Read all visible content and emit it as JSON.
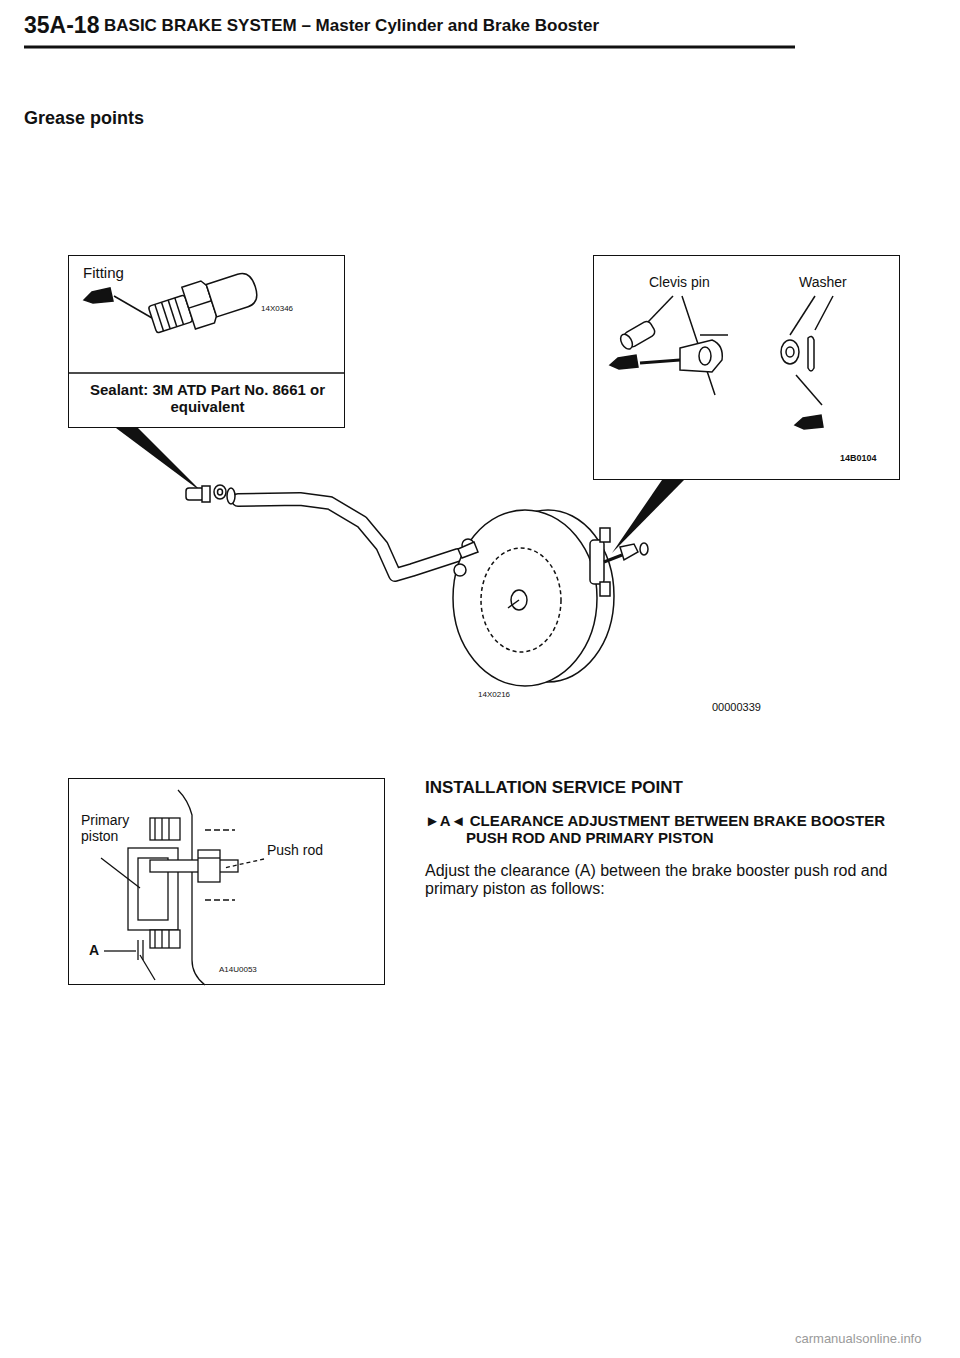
{
  "diagram": {
    "title": "BASIC BRAKE SYSTEM – Master Cylinder and Brake Booster",
    "nodes": [
      {
        "text": [
          "Fitting",
          "14X0346",
          "Sealant: 3M ATD Part No. 8661 or equivalent"
        ]
      },
      {
        "text": [
          "Clevis pin",
          "Washer",
          "14B0104"
        ]
      },
      {
        "text": [
          "Primary piston",
          "Push rod",
          "A",
          "A14U0053"
        ]
      }
    ],
    "labels": [
      "35A-18",
      "Grease points",
      "14X0216",
      "00000339",
      "INSTALLATION SERVICE POINT",
      "►A◄ CLEARANCE ADJUSTMENT BETWEEN BRAKE BOOSTER PUSH ROD AND PRIMARY PISTON",
      "Adjust the clearance (A) between the brake booster push rod and primary piston as follows:",
      "carmanualsonline.info"
    ]
  }
}
